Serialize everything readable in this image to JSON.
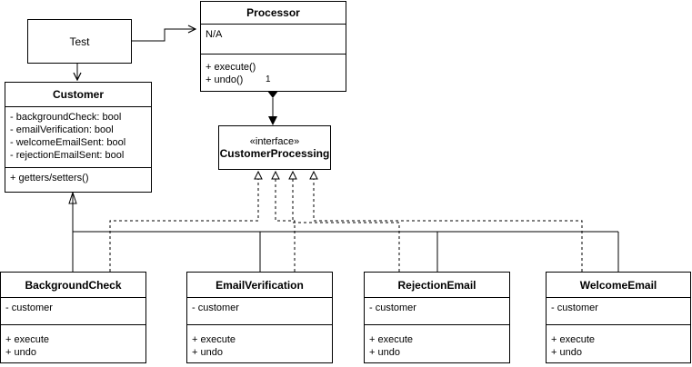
{
  "test": {
    "label": "Test"
  },
  "processor": {
    "title": "Processor",
    "attributes": [
      "N/A"
    ],
    "methods": [
      "+ execute()",
      "+ undo()"
    ],
    "multiplicity": "1"
  },
  "customer": {
    "title": "Customer",
    "attributes": [
      "- backgroundCheck: bool",
      "- emailVerification: bool",
      "- welcomeEmailSent: bool",
      "- rejectionEmailSent: bool"
    ],
    "methods": [
      "+ getters/setters()"
    ]
  },
  "interface": {
    "stereotype": "«interface»",
    "name": "CustomerProcessing"
  },
  "background_check": {
    "title": "BackgroundCheck",
    "attributes": [
      "- customer"
    ],
    "methods": [
      "+ execute",
      "+ undo"
    ]
  },
  "email_verification": {
    "title": "EmailVerification",
    "attributes": [
      "- customer"
    ],
    "methods": [
      "+ execute",
      "+ undo"
    ]
  },
  "rejection_email": {
    "title": "RejectionEmail",
    "attributes": [
      "- customer"
    ],
    "methods": [
      "+ execute",
      "+ undo"
    ]
  },
  "welcome_email": {
    "title": "WelcomeEmail",
    "attributes": [
      "- customer"
    ],
    "methods": [
      "+ execute",
      "+ undo"
    ]
  }
}
